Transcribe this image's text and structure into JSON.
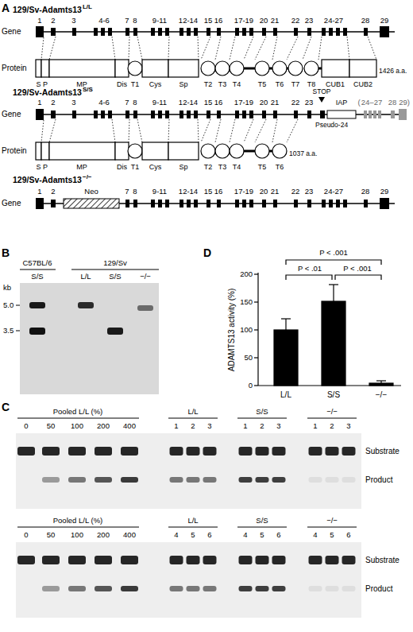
{
  "diagram": {
    "labels": [
      "A",
      "129/Sv-Adamts13",
      "L/L",
      "Gene",
      "1",
      "2",
      "3",
      "4-6",
      "7",
      "8",
      "9-11",
      "12-14",
      "15",
      "16",
      "17-19",
      "20",
      "21",
      "22",
      "23",
      "24-27",
      "28",
      "29",
      "Protein",
      "S",
      "P",
      "MP",
      "Dis",
      "T1",
      "Cys",
      "Sp",
      "T2",
      "T3",
      "T4",
      "T5",
      "T6",
      "T7",
      "T8",
      "CUB1",
      "CUB2",
      "1426 a.a.",
      "129/Sv-Adamts13",
      "S/S",
      "Gene",
      "1",
      "2",
      "3",
      "4-6",
      "7",
      "8",
      "9-11",
      "12-14",
      "15",
      "16",
      "17-19",
      "20",
      "21",
      "22",
      "23",
      "STOP",
      "IAP",
      "(",
      "24–27",
      "28",
      "29)",
      "Pseudo-24",
      "Protein",
      "S",
      "P",
      "MP",
      "Dis",
      "T1",
      "Cys",
      "Sp",
      "T2",
      "T3",
      "T4",
      "T5",
      "T6",
      "1037 a.a.",
      "129/Sv-Adamts13",
      "−/−",
      "Gene",
      "1",
      "2",
      "Neo",
      "7",
      "8",
      "9-11",
      "12-14",
      "15",
      "16",
      "17-19",
      "20",
      "21",
      "22",
      "23",
      "24-27",
      "28",
      "29",
      "B",
      "C57BL/6",
      "129/Sv",
      "S/S",
      "L/L",
      "S/S",
      "−/−",
      "kb",
      "5.0",
      "3.5",
      "D",
      "P < .001",
      "P < .01",
      "P < .001",
      "200",
      "150",
      "100",
      "50",
      "0",
      "ADAMTS13 activity (%)",
      "L/L",
      "S/S",
      "−/−",
      "C",
      "Pooled L/L (%)",
      "L/L",
      "S/S",
      "−/−",
      "0",
      "50",
      "100",
      "200",
      "400",
      "1",
      "2",
      "3",
      "1",
      "2",
      "3",
      "1",
      "2",
      "3",
      "Substrate",
      "Product",
      "Pooled L/L (%)",
      "L/L",
      "S/S",
      "−/−",
      "0",
      "50",
      "100",
      "200",
      "400",
      "4",
      "5",
      "6",
      "4",
      "5",
      "6",
      "4",
      "5",
      "6",
      "Substrate",
      "Product"
    ]
  }
}
